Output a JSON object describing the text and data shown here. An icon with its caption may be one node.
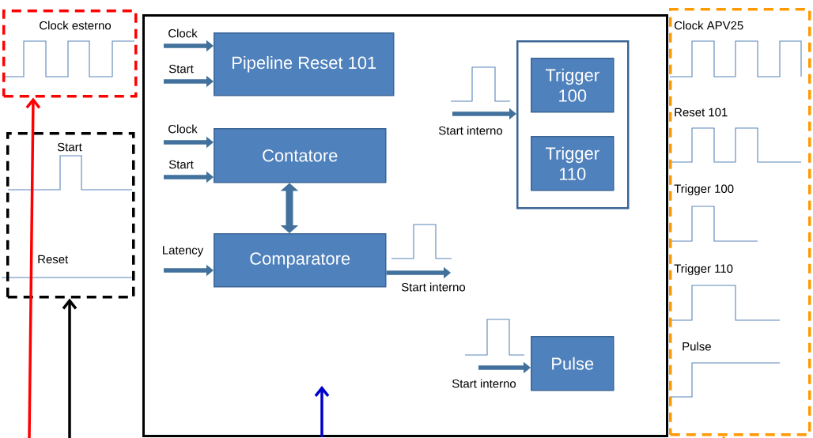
{
  "diagram": {
    "nodes": [
      {
        "text": [
          "Clock esterno"
        ]
      },
      {
        "text": [
          "Start",
          "Reset"
        ]
      },
      {
        "text": [],
        "shape": "box"
      },
      {
        "text": [
          "Pipeline Reset 101"
        ],
        "in": 2
      },
      {
        "text": [
          "Contatore"
        ],
        "in": 2
      },
      {
        "text": [
          "Comparatore"
        ],
        "in": 2
      },
      {
        "text": [],
        "shape": "box",
        "in": 2
      },
      {
        "text": [
          "Trigger 100"
        ],
        "in": 6
      },
      {
        "text": [
          "Trigger 110"
        ],
        "in": 6
      },
      {
        "text": [
          "Pulse"
        ],
        "in": 2
      },
      {
        "text": [
          "Clock APV25",
          "Reset 101",
          "Trigger 100",
          "Trigger  110",
          "Pulse"
        ]
      }
    ],
    "edges": [
      {
        "from": null,
        "to": 3,
        "arrow": "to",
        "label": "Clock"
      },
      {
        "from": null,
        "to": 3,
        "arrow": "to",
        "label": "Start"
      },
      {
        "from": null,
        "to": 4,
        "arrow": "to",
        "label": "Clock"
      },
      {
        "from": null,
        "to": 4,
        "arrow": "to",
        "label": "Start"
      },
      {
        "from": null,
        "to": 5,
        "arrow": "to",
        "label": "Latency"
      },
      {
        "from": 4,
        "to": 5,
        "arrow": "both"
      },
      {
        "from": 5,
        "to": null,
        "arrow": "to",
        "label": "Start interno"
      },
      {
        "from": null,
        "to": 6,
        "arrow": "to",
        "label": "Start interno"
      },
      {
        "from": null,
        "to": 9,
        "arrow": "to",
        "label": "Start interno"
      },
      {
        "from": null,
        "to": 0,
        "arrow": "to",
        "color": "#ff0000"
      },
      {
        "from": null,
        "to": 1,
        "arrow": "to",
        "color": "#000000"
      },
      {
        "from": 2,
        "to": null,
        "arrow": "to",
        "color": "#0000cc"
      },
      {
        "from": null,
        "to": 10,
        "arrow": "to",
        "color": "#ff9900"
      }
    ]
  }
}
